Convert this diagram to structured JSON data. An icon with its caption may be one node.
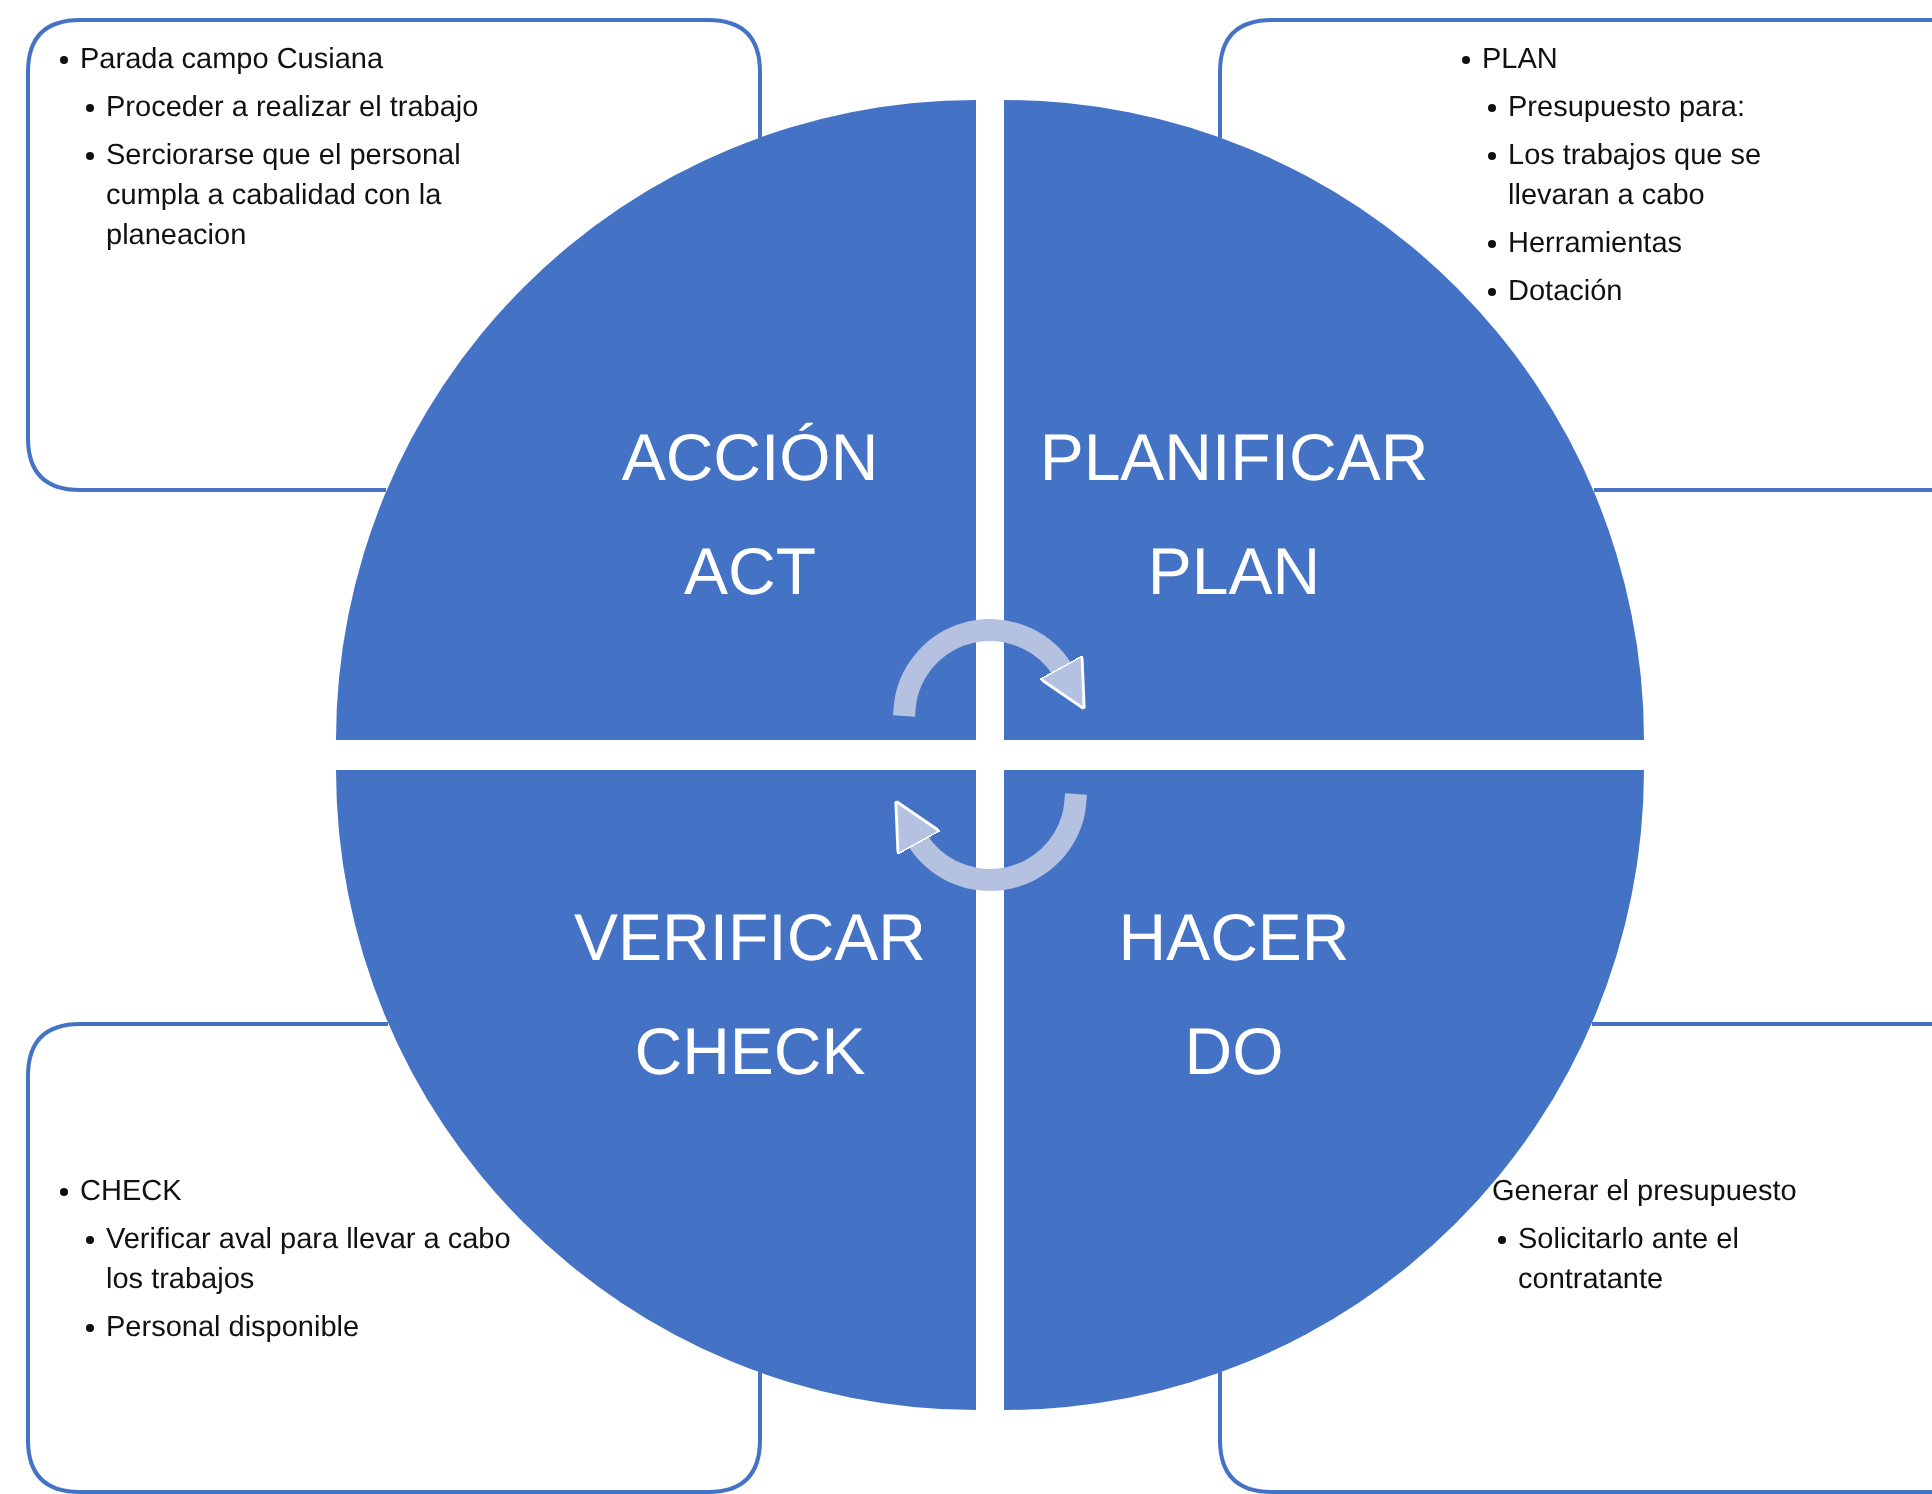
{
  "diagram": {
    "nodes": [
      {
        "text": [
          "Parada  campo Cusiana",
          "Proceder  a realizar  el trabajo",
          "Serciorarse  que el personal cumpla a cabalidad con la planeacion"
        ]
      },
      {
        "text": [
          "PLAN",
          "Presupuesto para:",
          "Los trabajos que se llevaran  a cabo",
          "Herramientas",
          "Dotación"
        ]
      },
      {
        "text": [
          "ACCIÓN",
          "ACT"
        ]
      },
      {
        "text": [
          "PLANIFICAR",
          "PLAN"
        ]
      },
      {
        "text": [
          "VERIFICAR",
          "CHECK"
        ]
      },
      {
        "text": [
          "HACER",
          "DO"
        ]
      },
      {
        "text": [
          "CHECK",
          "Verificar aval para llevar a cabo los trabajos",
          "Personal disponible"
        ]
      },
      {
        "text": [
          "Generar  el presupuesto",
          "Solicitarlo  ante el contratante"
        ]
      }
    ],
    "edges": [
      {
        "from": 2,
        "to": 3,
        "arrow": "to"
      },
      {
        "from": 5,
        "to": 4,
        "arrow": "to"
      }
    ]
  }
}
